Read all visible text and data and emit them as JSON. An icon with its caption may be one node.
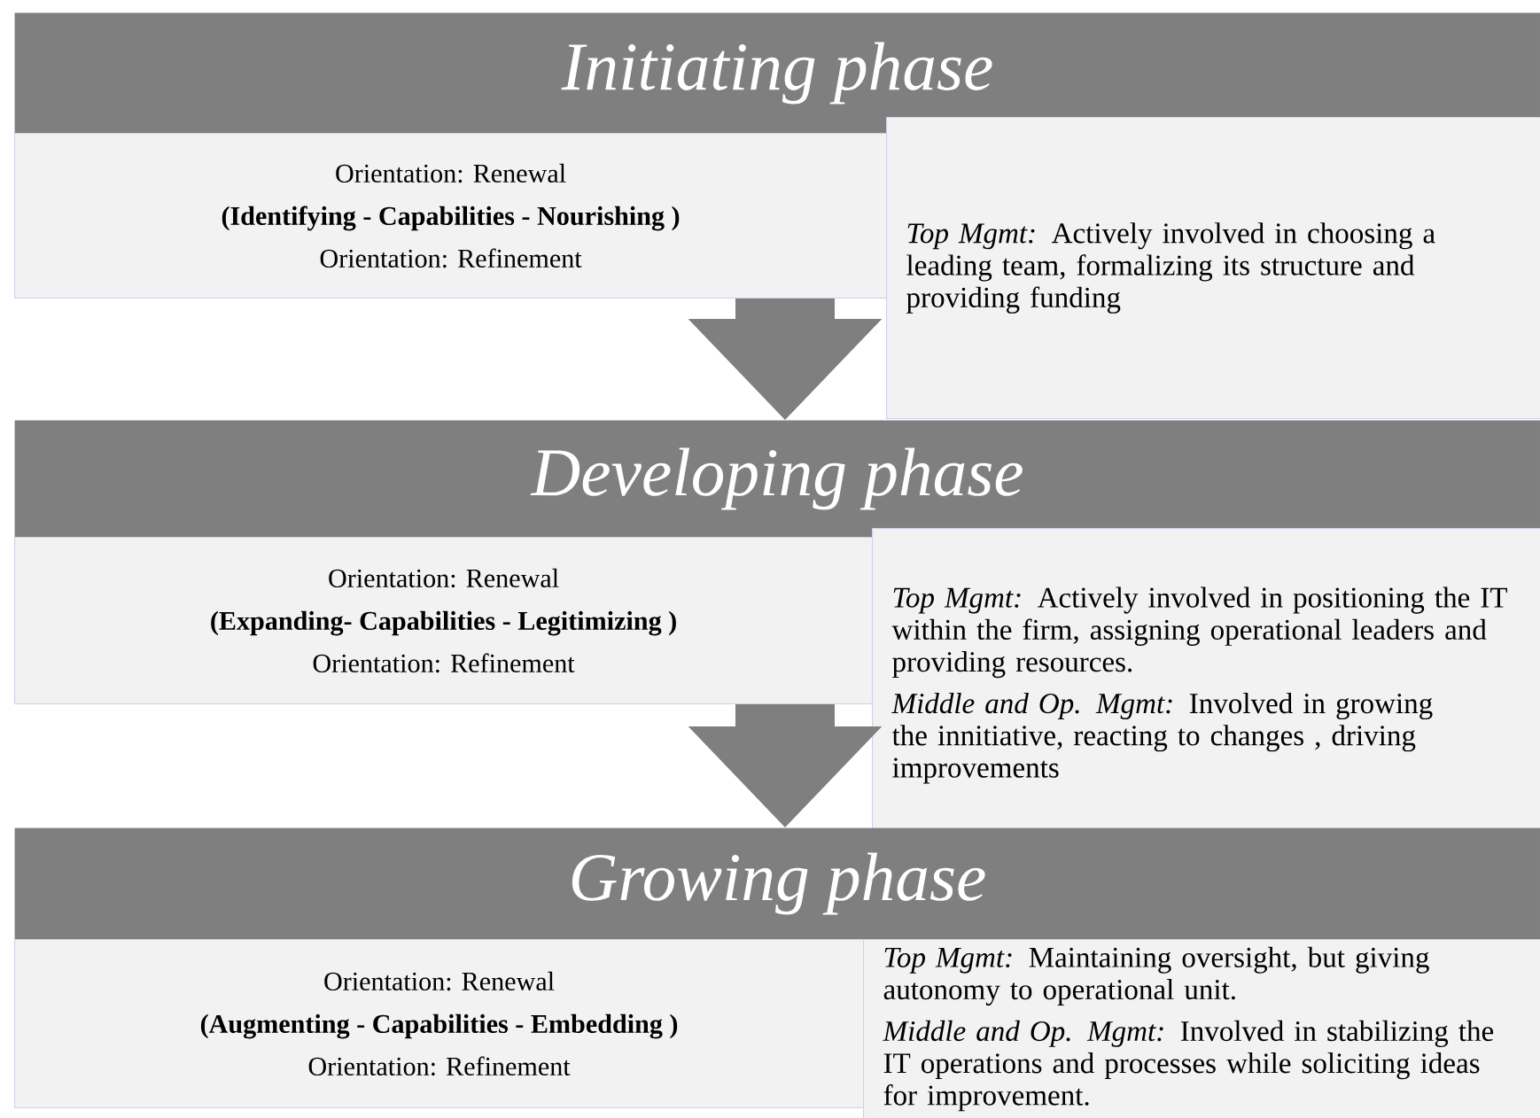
{
  "diagram": {
    "nodes": [
      {
        "text": [
          "Initiating phase"
        ]
      },
      {
        "text": [
          "Orientation: Renewal",
          "(Identifying - Capabilities - Nourishing )",
          "Orientation: Refinement"
        ]
      },
      {
        "text": [
          "*Top Mgmt:* Actively involved in choosing a leading team, formalizing its structure and providing funding"
        ]
      },
      {
        "text": [
          "Developing phase"
        ]
      },
      {
        "text": [
          "Orientation: Renewal",
          "(Expanding- Capabilities - Legitimizing )",
          "Orientation: Refinement"
        ]
      },
      {
        "text": [
          "*Top Mgmt:* Actively involved in positioning the IT within the firm, assigning operational leaders and providing resources.",
          "*Middle and Op. Mgmt:* Involved in growing the innitiative, reacting to changes , driving improvements"
        ]
      },
      {
        "text": [
          "Growing phase"
        ]
      },
      {
        "text": [
          "Orientation: Renewal",
          "(Augmenting - Capabilities - Embedding )",
          "Orientation: Refinement"
        ]
      },
      {
        "text": [
          "*Top Mgmt:* Maintaining oversight, but giving autonomy to operational unit.",
          "*Middle and Op. Mgmt:* Involved in stabilizing the IT operations and processes while soliciting ideas for improvement."
        ]
      }
    ],
    "edges": [
      {
        "from": 1,
        "to": 3,
        "arrow": "to"
      },
      {
        "from": 4,
        "to": 6,
        "arrow": "to"
      }
    ]
  }
}
